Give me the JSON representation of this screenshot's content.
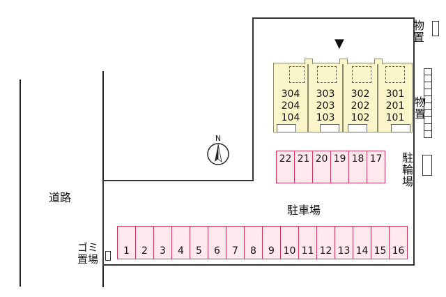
{
  "road_label": "道路",
  "parking_label": "駐車場",
  "bicycle_label": "駐輪場",
  "garbage_label": "ゴミ置場",
  "storage_top_label": "物置",
  "storage_side_label": "物置",
  "compass": {
    "letter": "N",
    "icon": "north-arrow-icon"
  },
  "entrance_marker": "▼",
  "units": [
    {
      "rooms": [
        "304",
        "204",
        "104"
      ]
    },
    {
      "rooms": [
        "303",
        "203",
        "103"
      ]
    },
    {
      "rooms": [
        "302",
        "202",
        "102"
      ]
    },
    {
      "rooms": [
        "301",
        "201",
        "101"
      ]
    }
  ],
  "upper_spaces": [
    "22",
    "21",
    "20",
    "19",
    "18",
    "17"
  ],
  "lower_spaces": [
    "1",
    "2",
    "3",
    "4",
    "5",
    "6",
    "7",
    "8",
    "9",
    "10",
    "11",
    "12",
    "13",
    "14",
    "15",
    "16"
  ],
  "colors": {
    "building": "#fbf6c9",
    "parking_fill": "#ffe9ee",
    "parking_border": "#d0345a"
  }
}
